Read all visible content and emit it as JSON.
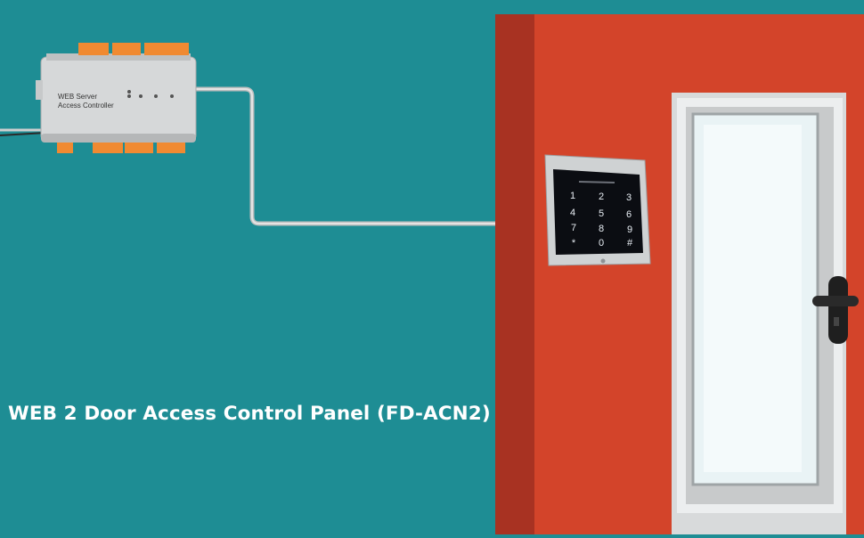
{
  "caption": "WEB 2 Door Access Control Panel (FD-ACN2)",
  "controller": {
    "label_line1": "WEB Server",
    "label_line2": "Access Controller"
  },
  "keypad": {
    "keys": [
      "1",
      "2",
      "3",
      "4",
      "5",
      "6",
      "7",
      "8",
      "9",
      "*",
      "0",
      "#"
    ]
  },
  "colors": {
    "background": "#1e8d94",
    "wall": "#d3442a",
    "door_frame": "#d8dadb",
    "cable": "#c9c9c9"
  }
}
